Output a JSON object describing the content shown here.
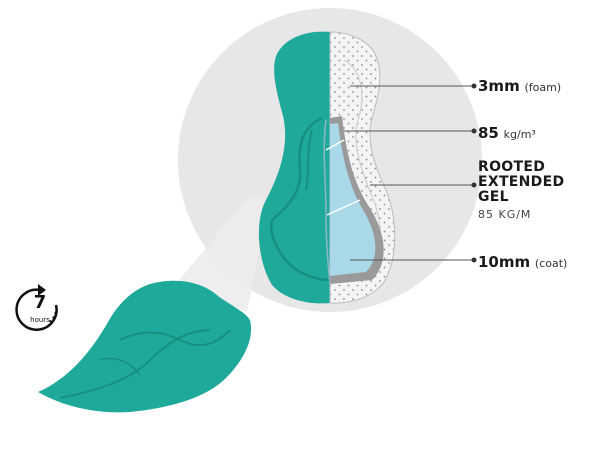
{
  "colors": {
    "teal": "#1fa99a",
    "teal_dark": "#16897d",
    "gel_blue": "#a9d8e8",
    "grey_shadow": "#e6e6e6"
  },
  "labels": {
    "foam_value": "3mm",
    "foam_unit": "(foam)",
    "density_value": "85",
    "density_unit": "kg/m³",
    "gel_line1": "ROOTED",
    "gel_line2": "EXTENDED",
    "gel_line3": "GEL",
    "gel_sub": "85 KG/M",
    "coat_value": "10mm",
    "coat_unit": "(coat)"
  },
  "badge": {
    "number": "7",
    "text": "hours",
    "icon": "clock-arrow-icon"
  }
}
